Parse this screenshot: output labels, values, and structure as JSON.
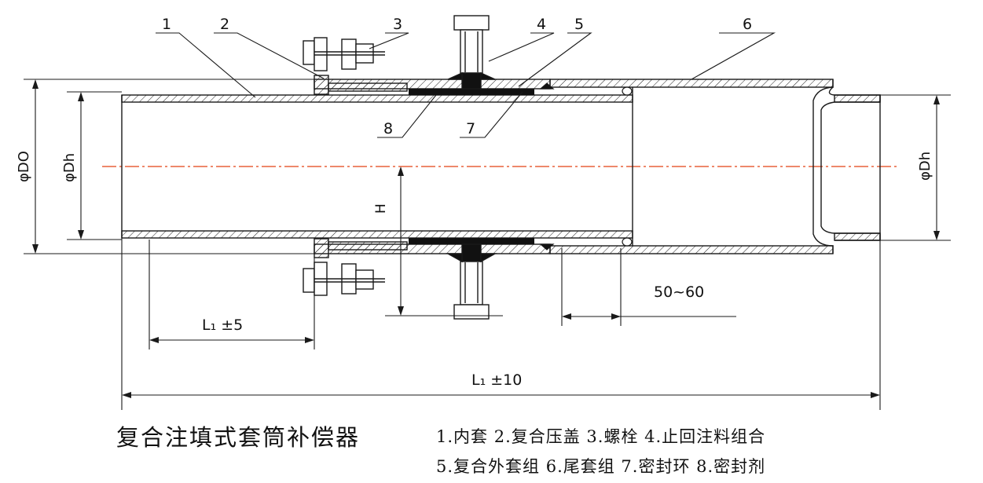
{
  "title": "复合注填式套筒补偿器",
  "legend": {
    "line1": "1.内套  2.复合压盖  3.螺栓  4.止回注料组合",
    "line2": "5.复合外套组  6.尾套组  7.密封环  8.密封剂"
  },
  "callouts": {
    "n1": "1",
    "n2": "2",
    "n3": "3",
    "n4": "4",
    "n5": "5",
    "n6": "6",
    "n7": "7",
    "n8": "8"
  },
  "dimensions": {
    "do": "φDO",
    "dh_left": "φDh",
    "dh_right": "φDh",
    "h": "H",
    "gap": "50~60",
    "l1_short": "L₁ ±5",
    "l1_total": "L₁ ±10"
  },
  "colors": {
    "line": "#1a1a1a",
    "centerline": "#e8603a",
    "seal": "#111111"
  }
}
